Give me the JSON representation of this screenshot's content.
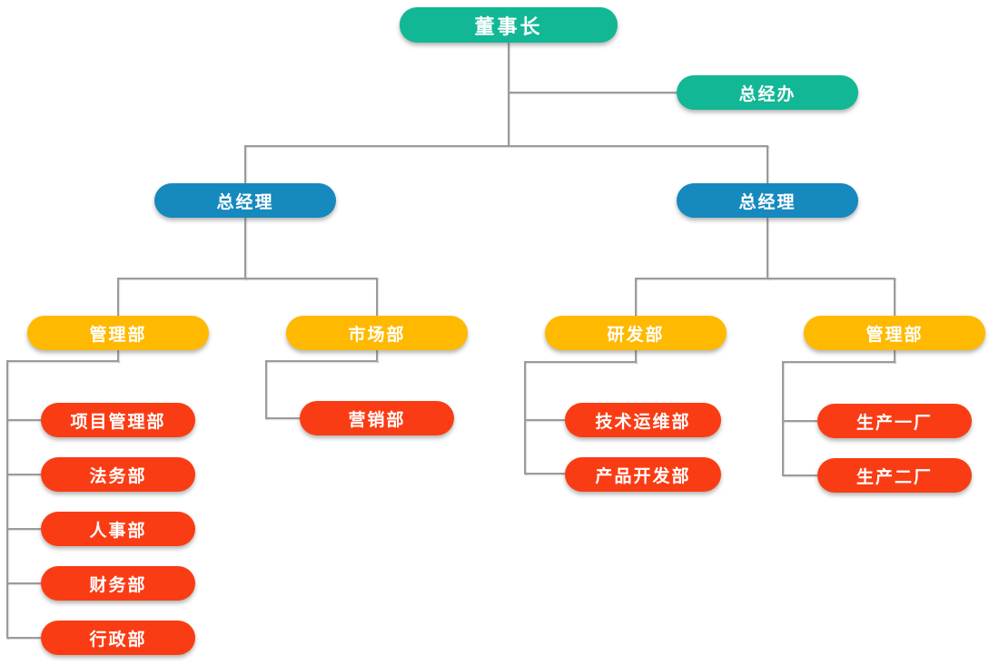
{
  "org": {
    "root": {
      "label": "董事长"
    },
    "staff": {
      "label": "总经办"
    },
    "gm_left": {
      "label": "总经理"
    },
    "gm_right": {
      "label": "总经理"
    },
    "depts": {
      "mgmt_left": {
        "label": "管理部"
      },
      "market": {
        "label": "市场部"
      },
      "rd": {
        "label": "研发部"
      },
      "mgmt_right": {
        "label": "管理部"
      }
    },
    "subs": {
      "project": {
        "label": "项目管理部"
      },
      "legal": {
        "label": "法务部"
      },
      "hr": {
        "label": "人事部"
      },
      "finance": {
        "label": "财务部"
      },
      "admin": {
        "label": "行政部"
      },
      "marketing": {
        "label": "营销部"
      },
      "tech_ops": {
        "label": "技术运维部"
      },
      "product_dev": {
        "label": "产品开发部"
      },
      "factory1": {
        "label": "生产一厂"
      },
      "factory2": {
        "label": "生产二厂"
      }
    }
  },
  "colors": {
    "level1_teal": "#12B795",
    "level2_blue": "#1689BE",
    "level3_yellow": "#FFB900",
    "level4_red": "#FA3C14",
    "connector": "#9B9B9B",
    "text": "#FFFFFF"
  }
}
